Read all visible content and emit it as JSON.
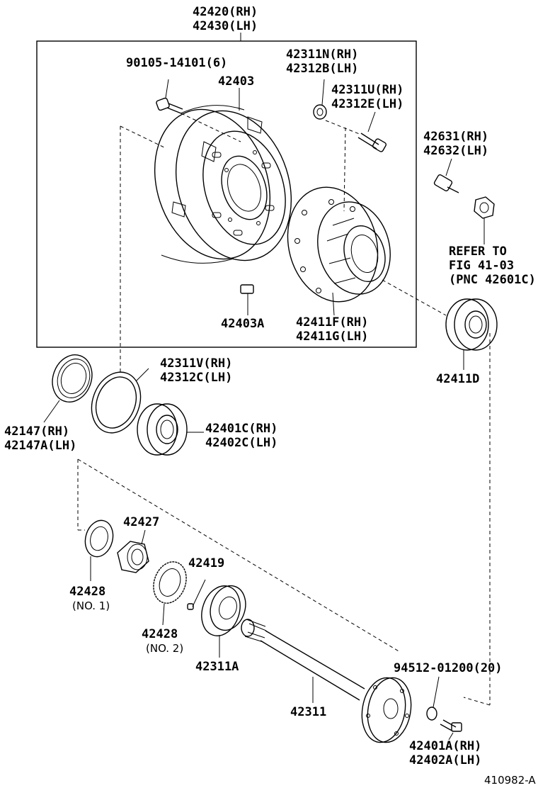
{
  "labels": {
    "hub_assy": [
      "42420(RH)",
      "42430(LH)"
    ],
    "bolt_90105": "90105-14101(6)",
    "drum": "42403",
    "plug": "42403A",
    "nut_42311n": [
      "42311N(RH)",
      "42312B(LH)"
    ],
    "hub_bolt": [
      "42311U(RH)",
      "42312E(LH)"
    ],
    "stud_42631": [
      "42631(RH)",
      "42632(LH)"
    ],
    "refer": [
      "REFER TO",
      "FIG 41-03",
      "(PNC 42601C)"
    ],
    "hub": [
      "42411F(RH)",
      "42411G(LH)"
    ],
    "bearing_inner": "42411D",
    "race": [
      "42311V(RH)",
      "42312C(LH)"
    ],
    "seal": [
      "42147(RH)",
      "42147A(LH)"
    ],
    "bearing_outer": [
      "42401C(RH)",
      "42402C(LH)"
    ],
    "nut_42427": "42427",
    "washer_no1": [
      "42428",
      "(NO. 1)"
    ],
    "lock_washer": "42419",
    "washer_no2": [
      "42428",
      "(NO. 2)"
    ],
    "oil_seal": "42311A",
    "axle_shaft": "42311",
    "washer_94512": "94512-01200(20)",
    "bolt_42401a": [
      "42401A(RH)",
      "42402A(LH)"
    ],
    "figure_id": "410982-A"
  },
  "icons": [
    "bolt-icon",
    "brake-drum-icon",
    "hub-icon",
    "bearing-icon",
    "seal-icon",
    "nut-icon",
    "washer-icon",
    "axle-shaft-icon"
  ]
}
